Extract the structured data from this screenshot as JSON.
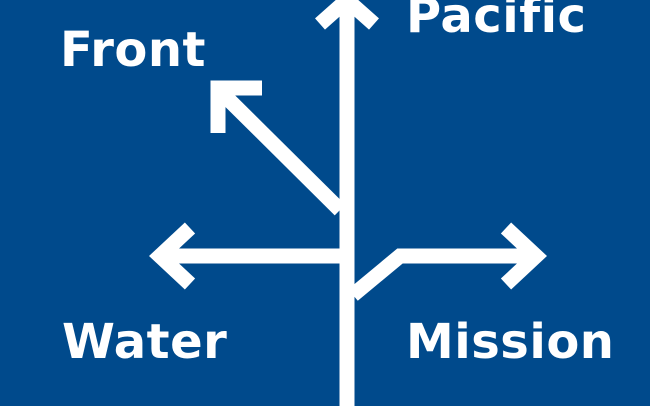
{
  "sign": {
    "background_color": "#004a8c",
    "arrow_color": "#ffffff",
    "destinations": {
      "front": "Front",
      "pacific": "Pacific",
      "water": "Water",
      "mission": "Mission"
    }
  }
}
